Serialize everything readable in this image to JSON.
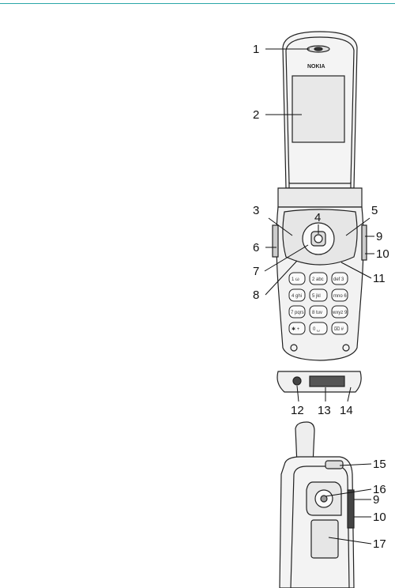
{
  "brand": "NOKIA",
  "accent_color": "#2aa6a8",
  "callouts": [
    "1",
    "2",
    "3",
    "4",
    "5",
    "6",
    "7",
    "8",
    "9",
    "10",
    "11",
    "12",
    "13",
    "14",
    "15",
    "16",
    "9",
    "10",
    "17"
  ],
  "keys": [
    "1 ω",
    "2 abc",
    "def 3",
    "4 ghi",
    "5 jkl",
    "mno 6",
    "7 pqrs",
    "8 tuv",
    "wxyz 9",
    "✱ +",
    "0 ␣",
    "⌧ #"
  ]
}
